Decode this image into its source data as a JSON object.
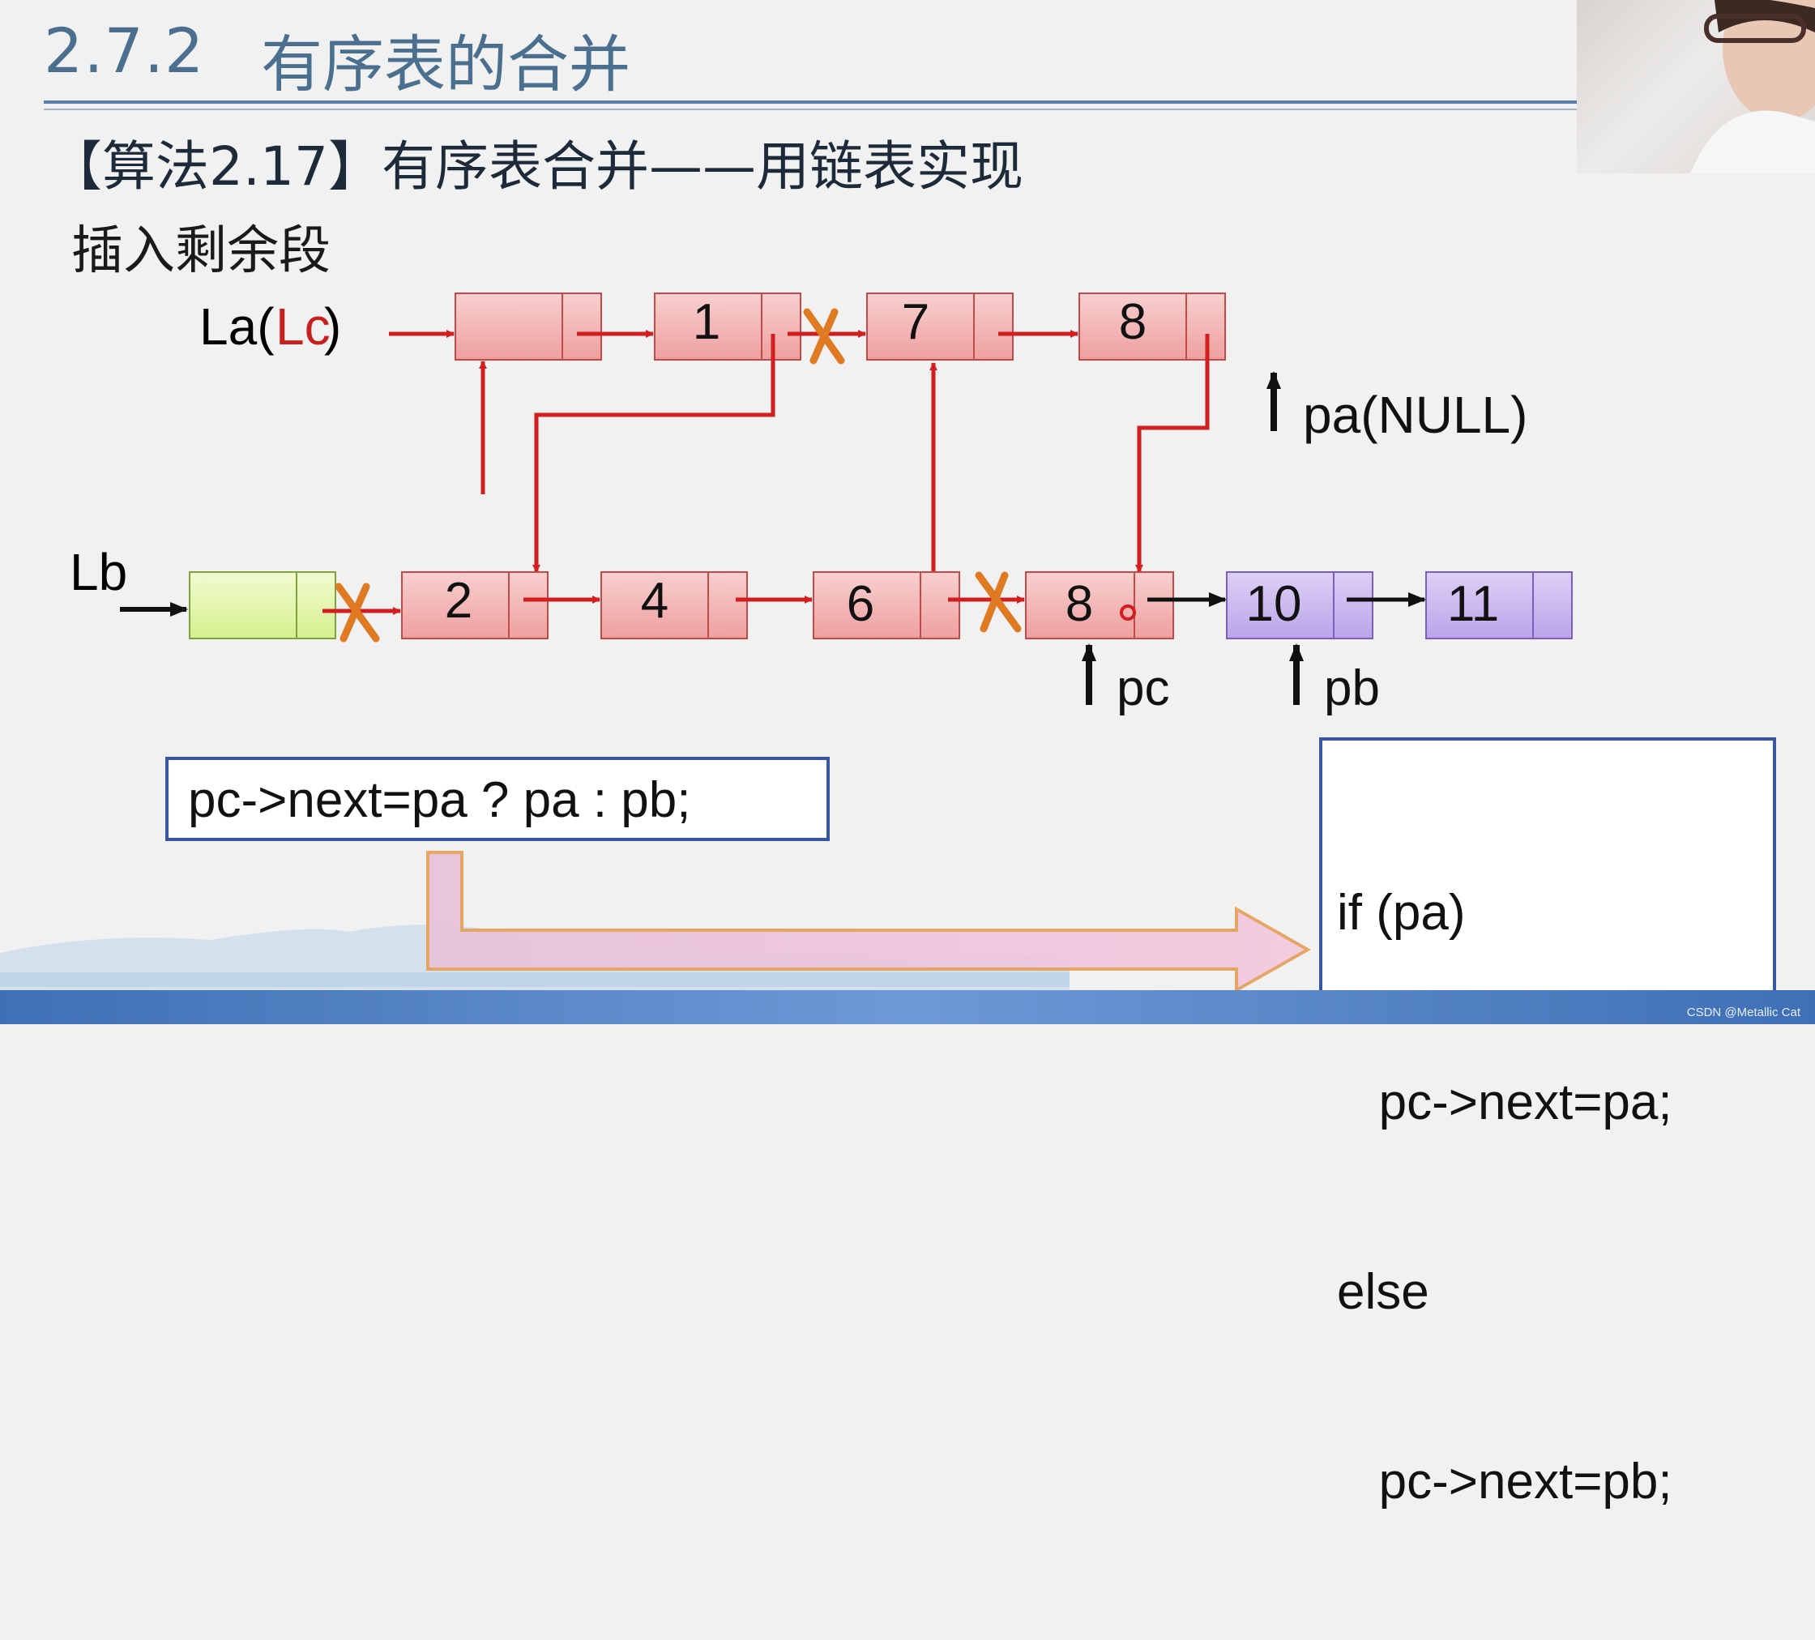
{
  "header": {
    "section_number": "2.7.2",
    "section_title": "有序表的合并",
    "algorithm_title": "【算法2.17】有序表合并——用链表实现",
    "subtitle": "插入剩余段"
  },
  "diagram": {
    "label_la": "La(",
    "label_lc": "Lc",
    "label_la_close": ")",
    "label_lb": "Lb",
    "list_a_values": [
      "",
      "1",
      "7",
      "8"
    ],
    "list_b_values": [
      "",
      "2",
      "4",
      "6",
      "8"
    ],
    "list_b_rest_values": [
      "10",
      "11"
    ],
    "pointer_pa": "pa(NULL)",
    "pointer_pc": "pc",
    "pointer_pb": "pb",
    "colors": {
      "node_red": "#f1b5b5",
      "node_green": "#e4f5b2",
      "node_purple": "#cfbcef",
      "link_red": "#d21e1e",
      "cross_orange": "#e07a22"
    }
  },
  "code": {
    "ternary": "pc->next=pa ? pa : pb;",
    "if_else": [
      "if (pa)",
      "   pc->next=pa;",
      "else",
      "   pc->next=pb;"
    ]
  },
  "watermark": "CSDN @Metallic Cat"
}
